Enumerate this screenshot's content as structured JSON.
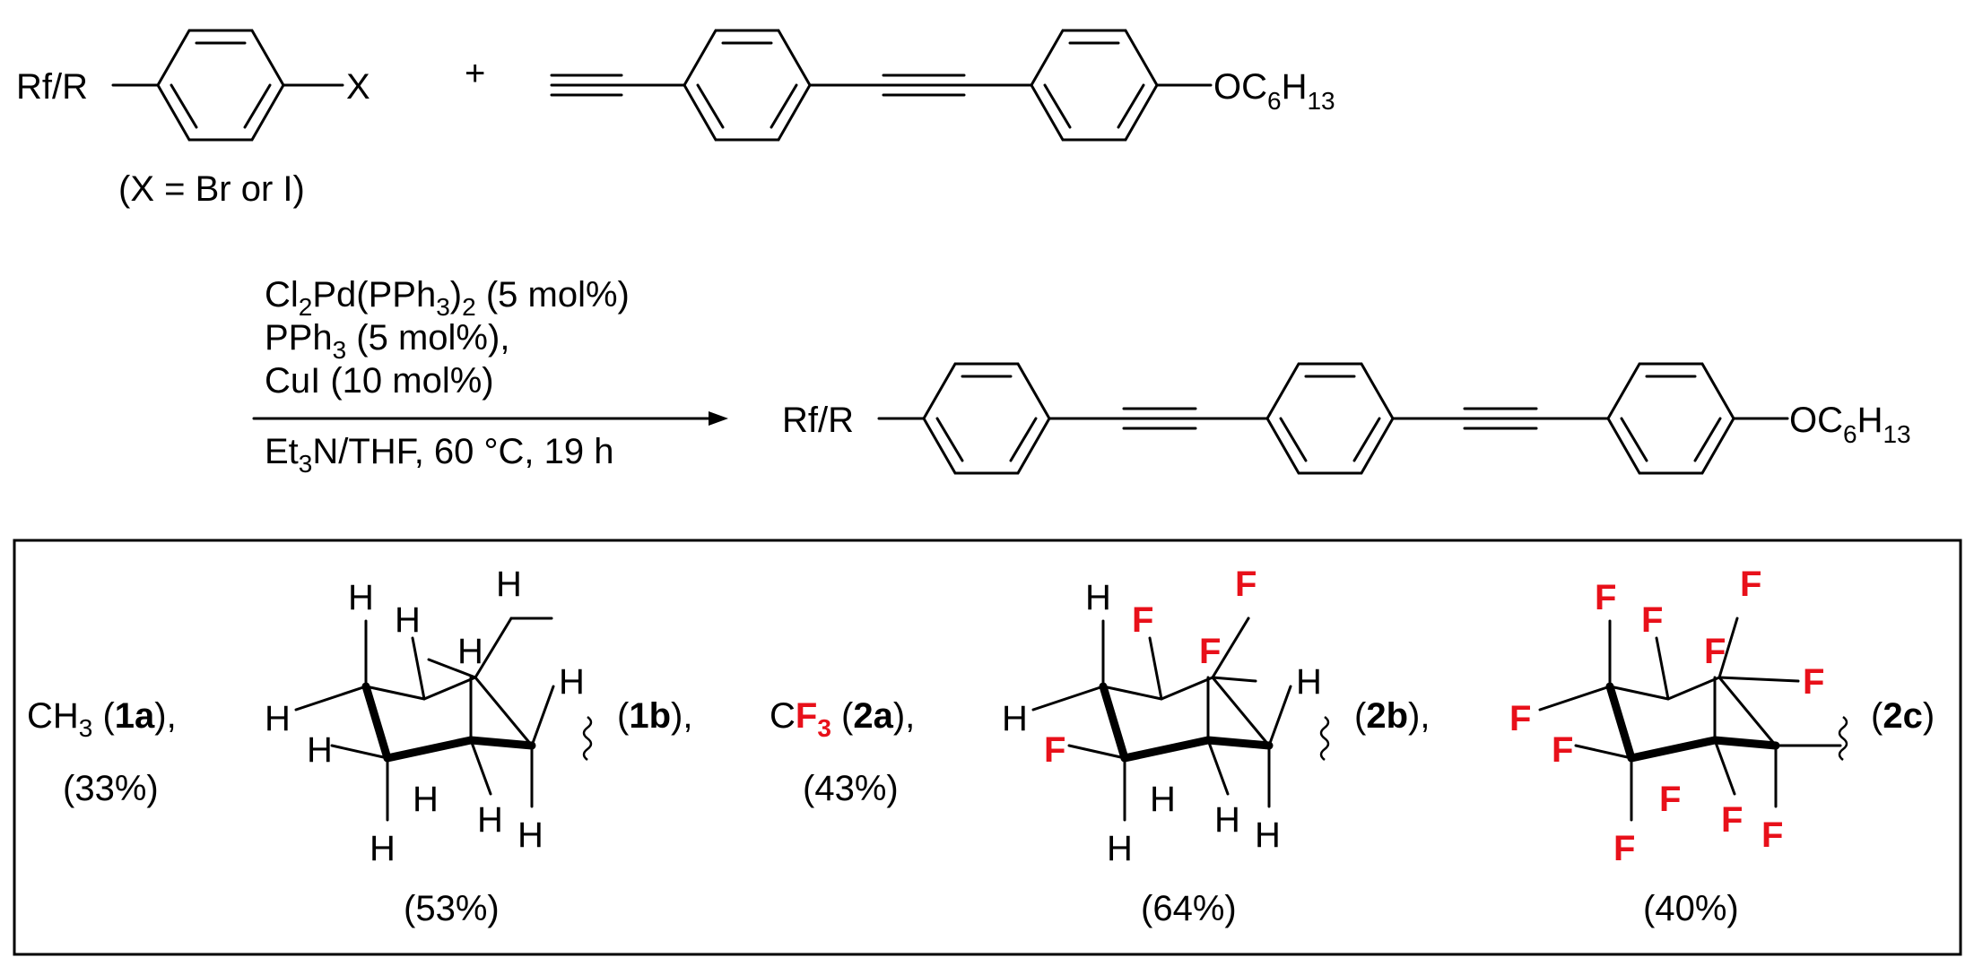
{
  "reactants": {
    "aryl_substituent": "Rf/R",
    "leaving_group": "X",
    "x_definition": "(X = Br or I)",
    "plus": "+",
    "alkoxy": {
      "O": "OC",
      "sub1": "6",
      "H": "H",
      "sub2": "13"
    }
  },
  "conditions": {
    "catalyst": {
      "a": "Cl",
      "a_sub": "2",
      "b": "Pd(PPh",
      "b_sub": "3",
      "c": ")",
      "c_sub": "2",
      "d": " (5 mol%)"
    },
    "ligand": {
      "a": "PPh",
      "a_sub": "3",
      "b": " (5 mol%),"
    },
    "cocatalyst": "CuI (10 mol%)",
    "solvent": {
      "a": "Et",
      "a_sub": "3",
      "b": "N/THF, 60 °C, 19 h"
    }
  },
  "product": {
    "aryl_substituent": "Rf/R",
    "alkoxy": {
      "O": "OC",
      "sub1": "6",
      "H": "H",
      "sub2": "13"
    }
  },
  "substituents": {
    "s1a": {
      "text_a": "CH",
      "sub": "3",
      "open": " (",
      "id": "1a",
      "close": "),",
      "yield": "(33%)"
    },
    "s1b": {
      "atom": "H",
      "open": "(",
      "id": "1b",
      "close": "),",
      "yield": "(53%)"
    },
    "s2a": {
      "C": "C",
      "F": "F",
      "sub": "3",
      "open": " (",
      "id": "2a",
      "close": "),",
      "yield": "(43%)"
    },
    "s2b": {
      "H": "H",
      "F": "F",
      "open": "(",
      "id": "2b",
      "close": "),",
      "yield": "(64%)"
    },
    "s2c": {
      "F": "F",
      "open": "(",
      "id": "2c",
      "close": ")",
      "yield": "(40%)"
    }
  },
  "colors": {
    "fluorine": "#e8101a",
    "ink": "#000000"
  }
}
